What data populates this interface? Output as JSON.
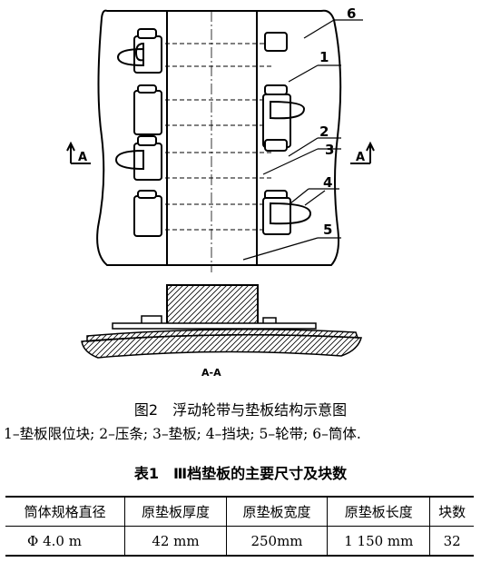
{
  "figure": {
    "part_labels": [
      "6",
      "1",
      "2",
      "3",
      "4",
      "5"
    ],
    "section_markers": [
      "A",
      "A"
    ],
    "section_label": "A-A"
  },
  "figure_caption": "图2　浮动轮带与垫板结构示意图",
  "legend": "1–垫板限位块; 2–压条; 3–垫板; 4–挡块; 5–轮带; 6–筒体.",
  "table": {
    "caption": "表1　Ⅲ档垫板的主要尺寸及块数",
    "headers": [
      "筒体规格直径",
      "原垫板厚度",
      "原垫板宽度",
      "原垫板长度",
      "块数"
    ],
    "rows": [
      [
        "Φ 4.0 m",
        "42 mm",
        "250mm",
        "1 150 mm",
        "32"
      ]
    ]
  }
}
